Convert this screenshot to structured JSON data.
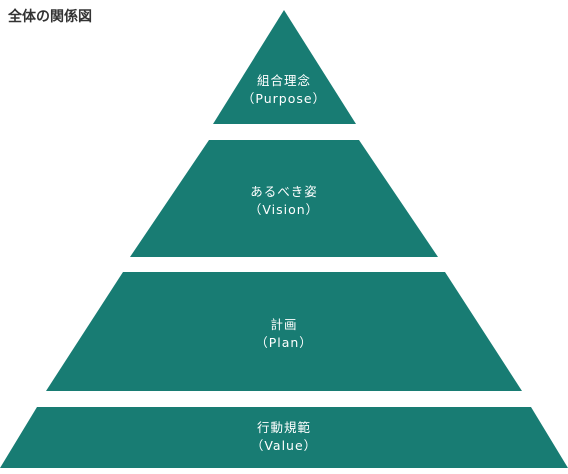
{
  "title": "全体の関係図",
  "colors": {
    "layer_fill": "#187C73",
    "background": "#ffffff",
    "title_text": "#333333"
  },
  "layers": [
    {
      "name": "組合理念",
      "english": "（Purpose）"
    },
    {
      "name": "あるべき姿",
      "english": "（Vision）"
    },
    {
      "name": "計画",
      "english": "（Plan）"
    },
    {
      "name": "行動規範",
      "english": "（Value）"
    }
  ]
}
